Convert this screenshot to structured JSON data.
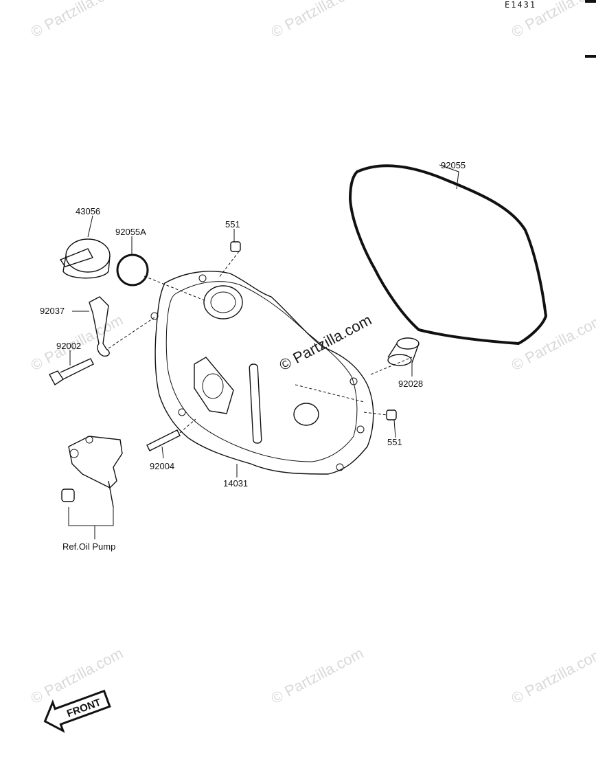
{
  "diagram_code": "E1431",
  "watermark_text": "© Partzilla.com",
  "parts": {
    "p43056": "43056",
    "p92055A": "92055A",
    "p551_top": "551",
    "p92055": "92055",
    "p92037": "92037",
    "p92002": "92002",
    "p92028": "92028",
    "p551_right": "551",
    "p92004": "92004",
    "p14031": "14031",
    "ref_oil_pump": "Ref.Oil Pump"
  },
  "front_arrow_label": "FRONT"
}
